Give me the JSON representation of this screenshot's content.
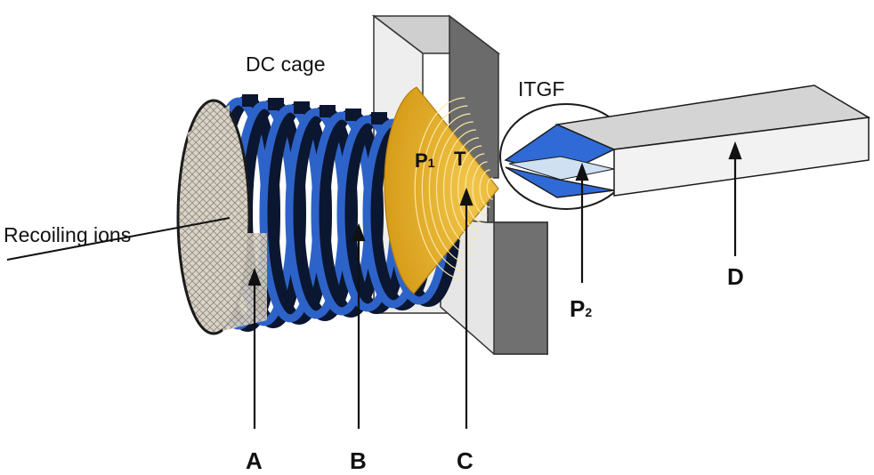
{
  "labels": {
    "dc_cage": "DC cage",
    "itgf": "ITGF",
    "recoiling_ions": "Recoiling ions",
    "a": "A",
    "b": "B",
    "c": "C",
    "d": "D",
    "p1_base": "P",
    "p1_sub": "1",
    "t": "T",
    "p2_base": "P",
    "p2_sub": "2"
  },
  "colors": {
    "ring_blue": "#2d63c8",
    "ring_dark": "#0b1630",
    "cone_gold": "#e3ad25",
    "block_face": "#e8e8e8",
    "block_side": "#6b6b6b",
    "itgf_blue": "#2f6ad6",
    "d_channel": "#d4d4d4"
  }
}
